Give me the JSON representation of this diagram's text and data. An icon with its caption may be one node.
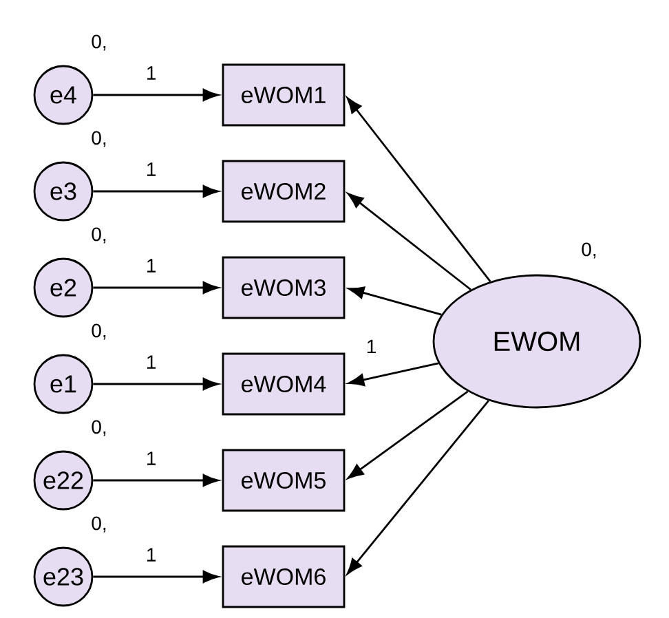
{
  "diagram": {
    "nodes": [
      {
        "text": [
          "e4"
        ],
        "beside": [
          "0,"
        ]
      },
      {
        "text": [
          "e3"
        ],
        "beside": [
          "0,"
        ]
      },
      {
        "text": [
          "e2"
        ],
        "beside": [
          "0,"
        ]
      },
      {
        "text": [
          "e1"
        ],
        "beside": [
          "0,"
        ]
      },
      {
        "text": [
          "e22"
        ],
        "beside": [
          "0,"
        ]
      },
      {
        "text": [
          "e23"
        ],
        "beside": [
          "0,"
        ]
      },
      {
        "text": [
          "eWOM1"
        ]
      },
      {
        "text": [
          "eWOM2"
        ]
      },
      {
        "text": [
          "eWOM3"
        ]
      },
      {
        "text": [
          "eWOM4"
        ]
      },
      {
        "text": [
          "eWOM5"
        ]
      },
      {
        "text": [
          "eWOM6"
        ]
      },
      {
        "text": [
          "EWOM"
        ],
        "beside": [
          "0,"
        ]
      }
    ],
    "edges": [
      {
        "from": 0,
        "to": 6,
        "arrow": "to",
        "label": "1"
      },
      {
        "from": 1,
        "to": 7,
        "arrow": "to",
        "label": "1"
      },
      {
        "from": 2,
        "to": 8,
        "arrow": "to",
        "label": "1"
      },
      {
        "from": 3,
        "to": 9,
        "arrow": "to",
        "label": "1"
      },
      {
        "from": 4,
        "to": 10,
        "arrow": "to",
        "label": "1"
      },
      {
        "from": 5,
        "to": 11,
        "arrow": "to",
        "label": "1"
      },
      {
        "from": 12,
        "to": 6,
        "arrow": "to"
      },
      {
        "from": 12,
        "to": 7,
        "arrow": "to"
      },
      {
        "from": 12,
        "to": 8,
        "arrow": "to"
      },
      {
        "from": 12,
        "to": 9,
        "arrow": "to",
        "label": "1"
      },
      {
        "from": 12,
        "to": 10,
        "arrow": "to"
      },
      {
        "from": 12,
        "to": 11,
        "arrow": "to"
      }
    ]
  }
}
